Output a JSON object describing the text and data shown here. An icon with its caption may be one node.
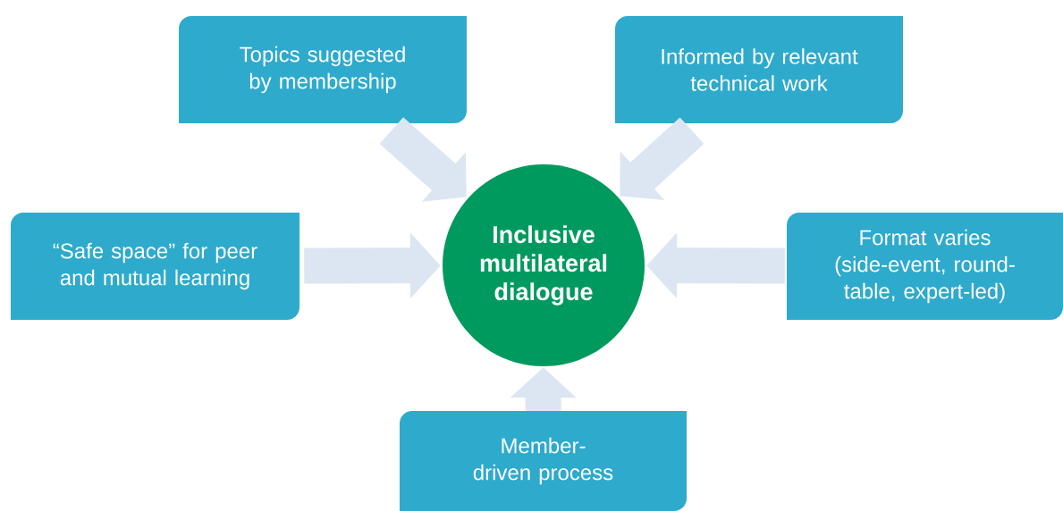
{
  "diagram": {
    "nodes": [
      {
        "text": [
          "Topics suggested by membership"
        ]
      },
      {
        "text": [
          "Informed by relevant technical work"
        ]
      },
      {
        "text": [
          "“Safe space” for peer and mutual learning"
        ]
      },
      {
        "text": [
          "Format varies (side-event, round-table, expert-led)"
        ]
      },
      {
        "text": [
          "Member-driven process"
        ]
      },
      {
        "text": [
          "Inclusive multilateral dialogue"
        ]
      }
    ],
    "edges": [
      {
        "from": 0,
        "to": 5,
        "arrow": "to"
      },
      {
        "from": 1,
        "to": 5,
        "arrow": "to"
      },
      {
        "from": 2,
        "to": 5,
        "arrow": "to"
      },
      {
        "from": 3,
        "to": 5,
        "arrow": "to"
      },
      {
        "from": 4,
        "to": 5,
        "arrow": "to"
      }
    ]
  }
}
